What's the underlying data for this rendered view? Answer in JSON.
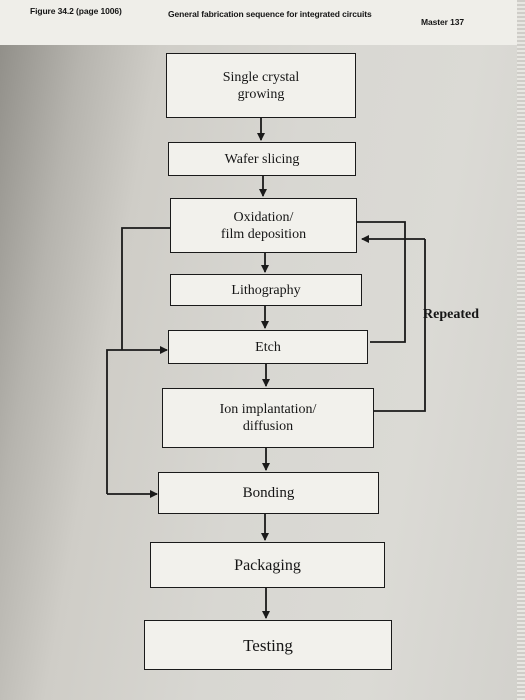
{
  "header": {
    "figure_label": "Figure 34.2 (page 1006)",
    "title": "General fabrication sequence for integrated circuits",
    "master": "Master 137"
  },
  "steps": [
    {
      "id": "crystal",
      "label": "Single crystal\ngrowing"
    },
    {
      "id": "slicing",
      "label": "Wafer slicing"
    },
    {
      "id": "oxidation",
      "label": "Oxidation/\nfilm deposition"
    },
    {
      "id": "lithography",
      "label": "Lithography"
    },
    {
      "id": "etch",
      "label": "Etch"
    },
    {
      "id": "ion",
      "label": "Ion implantation/\ndiffusion"
    },
    {
      "id": "bonding",
      "label": "Bonding"
    },
    {
      "id": "packaging",
      "label": "Packaging"
    },
    {
      "id": "testing",
      "label": "Testing"
    }
  ],
  "loop_label": "Repeated"
}
